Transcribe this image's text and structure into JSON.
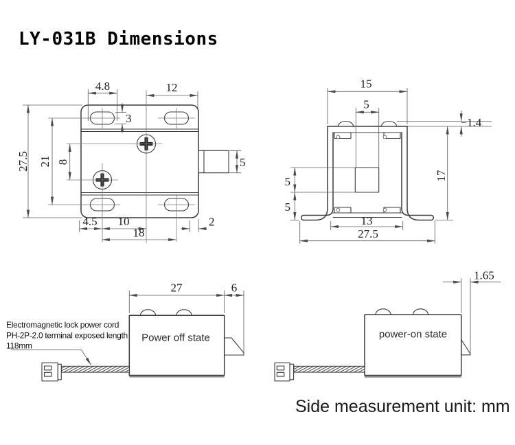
{
  "title": "LY-031B Dimensions",
  "caption": "Side measurement unit: mm",
  "annotation": {
    "line1": "Electromagnetic lock power cord",
    "line2": "PH-2P-2.0 terminal exposed length",
    "line3": "118mm"
  },
  "front_view": {
    "dims": {
      "slot_length": "4.8",
      "center_to_edge": "12",
      "slot_height": "3",
      "overall_height": "27.5",
      "slot_row_spacing": "21",
      "screw_spacing": "8",
      "bolt_height": "5",
      "edge_to_slot": "4.5",
      "slot_to_center": "10",
      "slot_spacing": "18",
      "slot_to_edge": "2"
    }
  },
  "side_view": {
    "dims": {
      "body_width": "15",
      "bolt_width": "5",
      "bump_height": "1.4",
      "body_height": "17",
      "bolt_square": "5",
      "lower_gap": "5",
      "inner_width": "13",
      "flange_width": "27.5"
    }
  },
  "power_off_view": {
    "label": "Power off state",
    "dims": {
      "body_length": "27",
      "latch_out": "6"
    }
  },
  "power_on_view": {
    "label": "power-on state",
    "dims": {
      "latch_out": "1.65"
    }
  }
}
